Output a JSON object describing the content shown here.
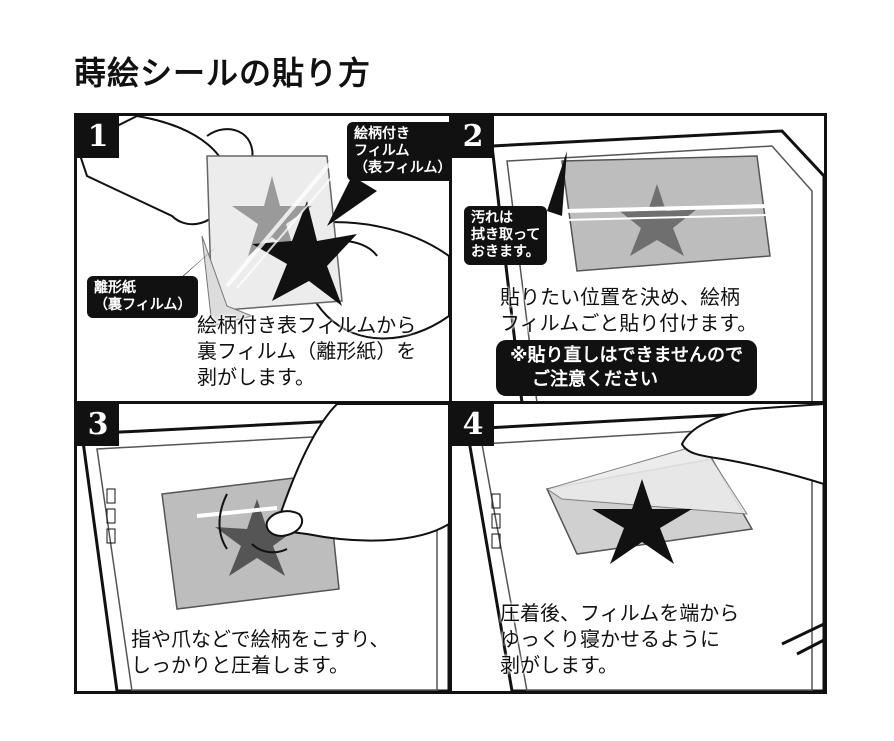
{
  "title": "蒔絵シールの貼り方",
  "steps": [
    {
      "number": "1",
      "caption": [
        "絵柄付き表フィルムから",
        "裏フィルム（離形紙）を",
        "剥がします。"
      ],
      "callouts": [
        {
          "lines": [
            "絵柄付き",
            "フィルム",
            "（表フィルム）"
          ]
        },
        {
          "lines": [
            "離形紙",
            "（裏フィルム）"
          ]
        }
      ]
    },
    {
      "number": "2",
      "caption": [
        "貼りたい位置を決め、絵柄",
        "フィルムごと貼り付けます。"
      ],
      "callouts": [
        {
          "lines": [
            "汚れは",
            "拭き取って",
            "おきます。"
          ]
        }
      ],
      "note": [
        "※貼り直しはできませんので",
        "ご注意ください"
      ]
    },
    {
      "number": "3",
      "caption": [
        "指や爪などで絵柄をこすり、",
        "しっかりと圧着します。"
      ]
    },
    {
      "number": "4",
      "caption": [
        "圧着後、フィルムを端から",
        "ゆっくり寝かせるように",
        "剥がします。"
      ]
    }
  ],
  "colors": {
    "ink": "#111111",
    "star_gray": "#6f6f6f",
    "sticker_gray": "#bdbdbd"
  }
}
